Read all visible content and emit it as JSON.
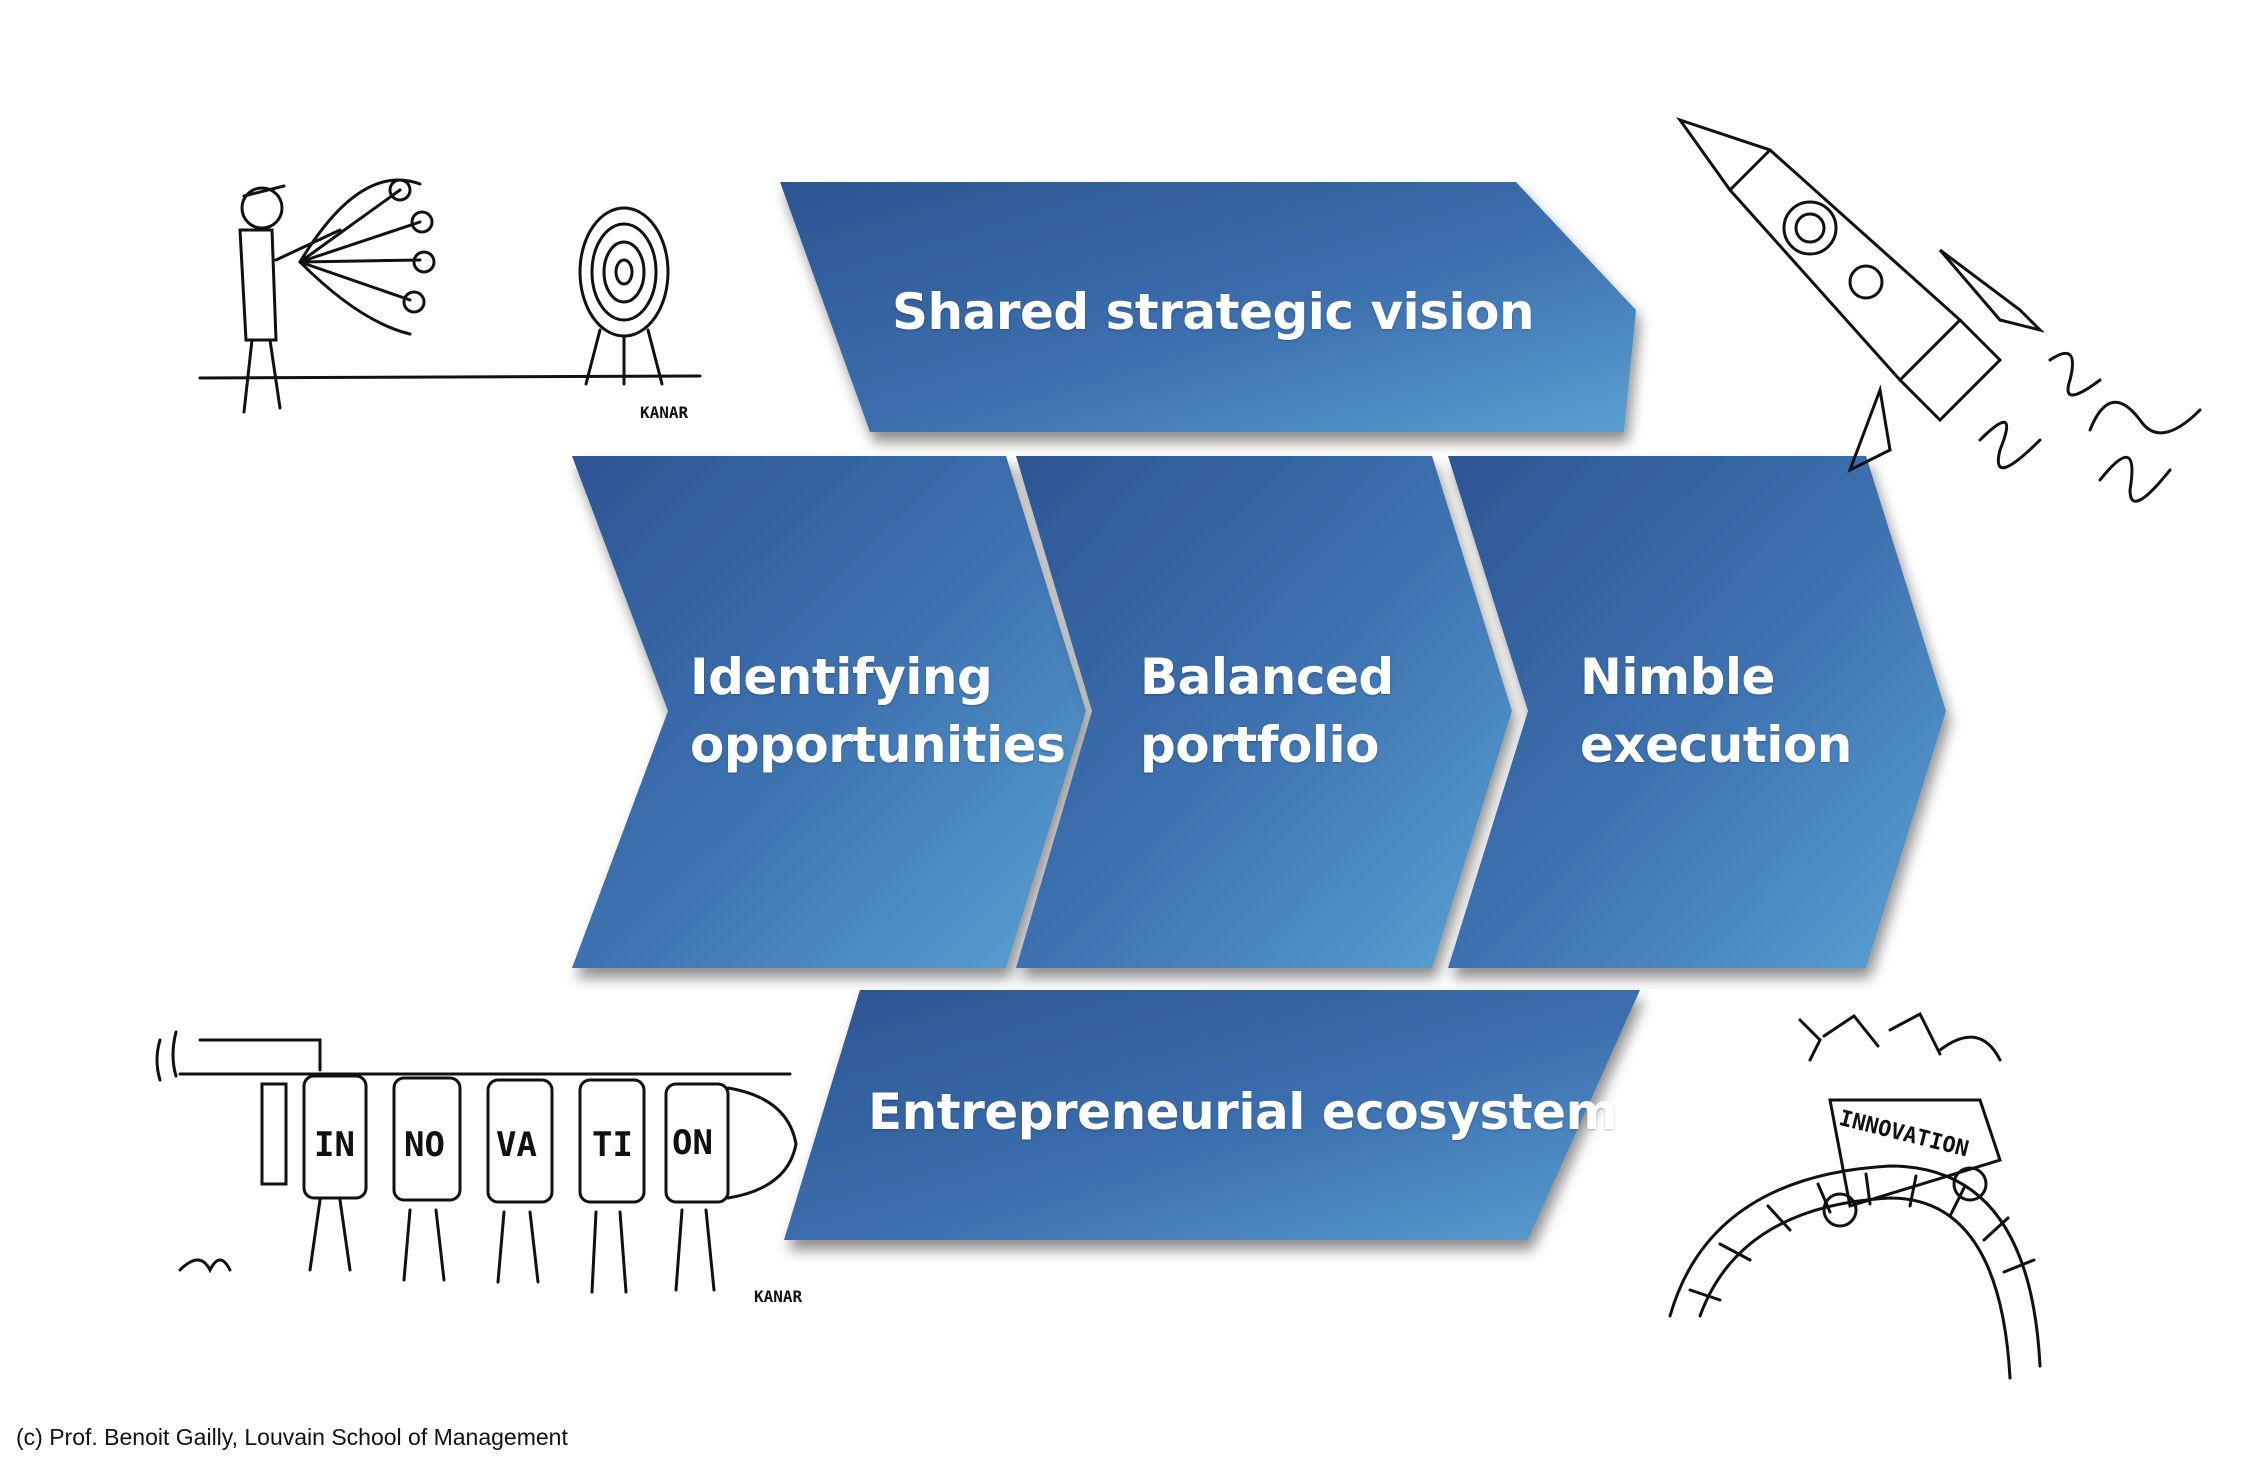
{
  "diagram": {
    "top_band": {
      "label": "Shared strategic vision"
    },
    "chevrons": [
      {
        "line1": "Identifying",
        "line2": "opportunities"
      },
      {
        "line1": "Balanced",
        "line2": "portfolio"
      },
      {
        "line1": "Nimble",
        "line2": "execution"
      }
    ],
    "bottom_band": {
      "label": "Entrepreneurial ecosystem"
    }
  },
  "cartoons": {
    "signature": "KANAR",
    "train_letters": [
      "IN",
      "NO",
      "VA",
      "TI",
      "ON"
    ],
    "coaster_text": "INNOVATION"
  },
  "credit": "(c) Prof. Benoit Gailly, Louvain School of Management",
  "colors": {
    "shape_dark": "#2f5797",
    "shape_mid": "#3f74b2",
    "shape_light": "#5aa0d2",
    "text": "#ffffff",
    "ink": "#111111"
  }
}
